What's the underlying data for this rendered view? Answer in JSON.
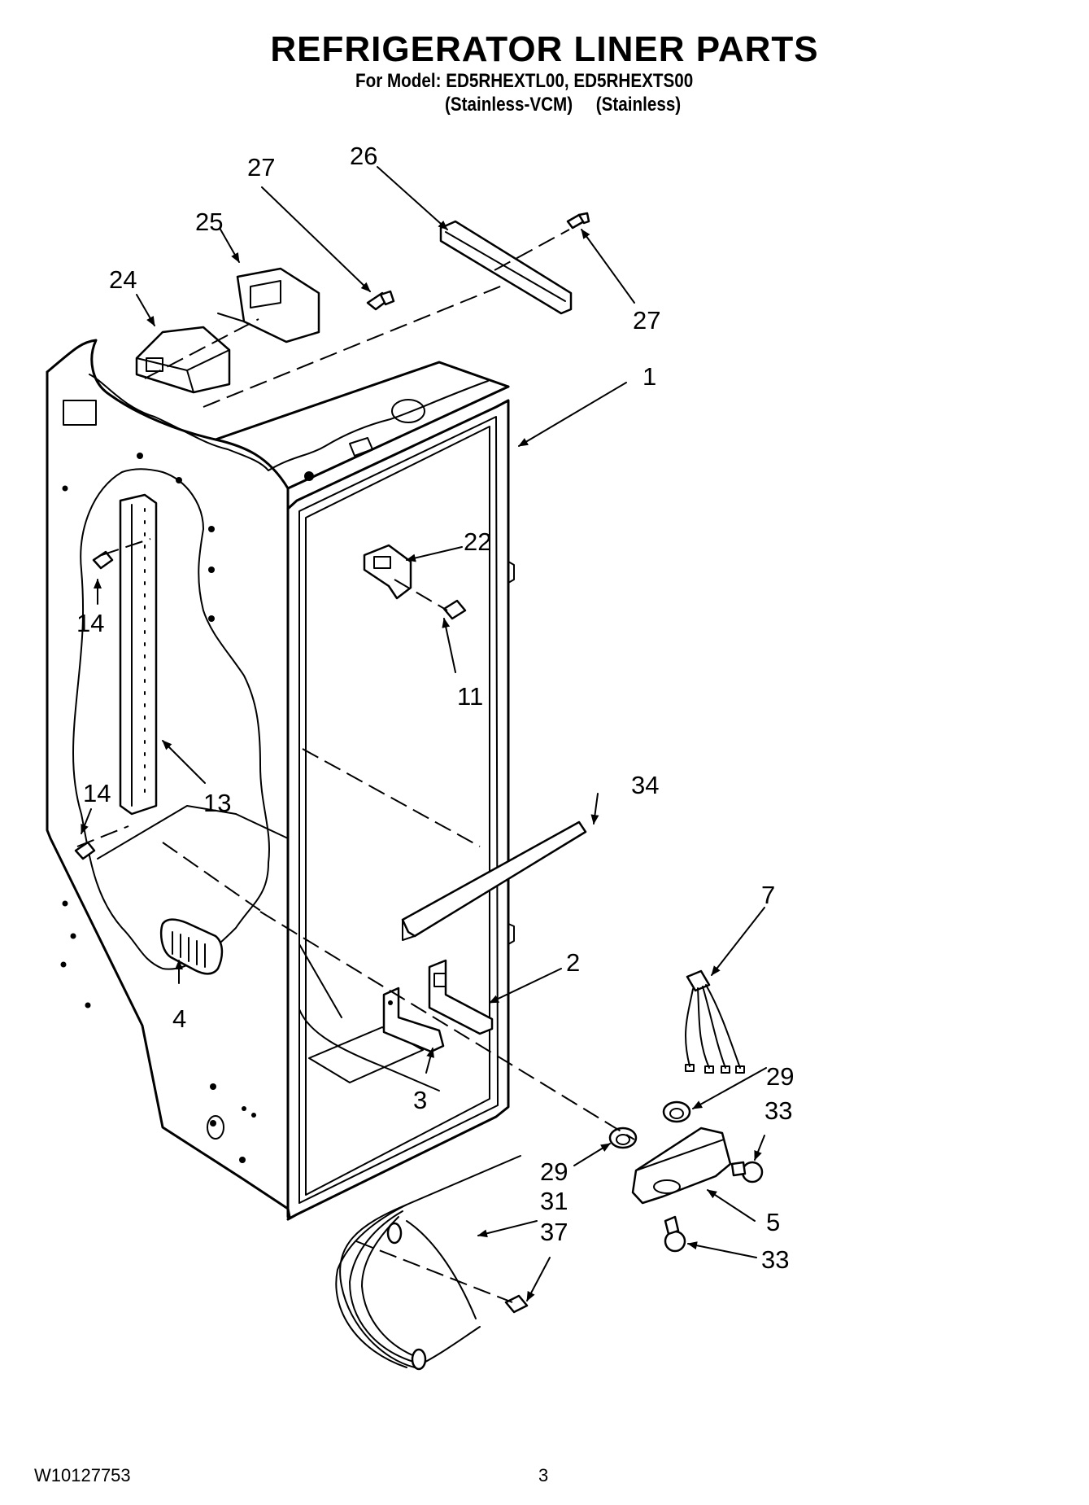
{
  "header": {
    "title": "REFRIGERATOR LINER PARTS",
    "model_line": "For Model: ED5RHEXTL00, ED5RHEXTS00",
    "finish_line": "(Stainless-VCM)     (Stainless)"
  },
  "callouts": {
    "c1": "1",
    "c2": "2",
    "c3": "3",
    "c4": "4",
    "c5": "5",
    "c7": "7",
    "c11": "11",
    "c13": "13",
    "c14a": "14",
    "c14b": "14",
    "c22": "22",
    "c24": "24",
    "c25": "25",
    "c26": "26",
    "c27a": "27",
    "c27b": "27",
    "c29a": "29",
    "c29b": "29",
    "c31": "31",
    "c33a": "33",
    "c33b": "33",
    "c34": "34",
    "c37": "37"
  },
  "footer": {
    "doc_number": "W10127753",
    "page_number": "3"
  }
}
